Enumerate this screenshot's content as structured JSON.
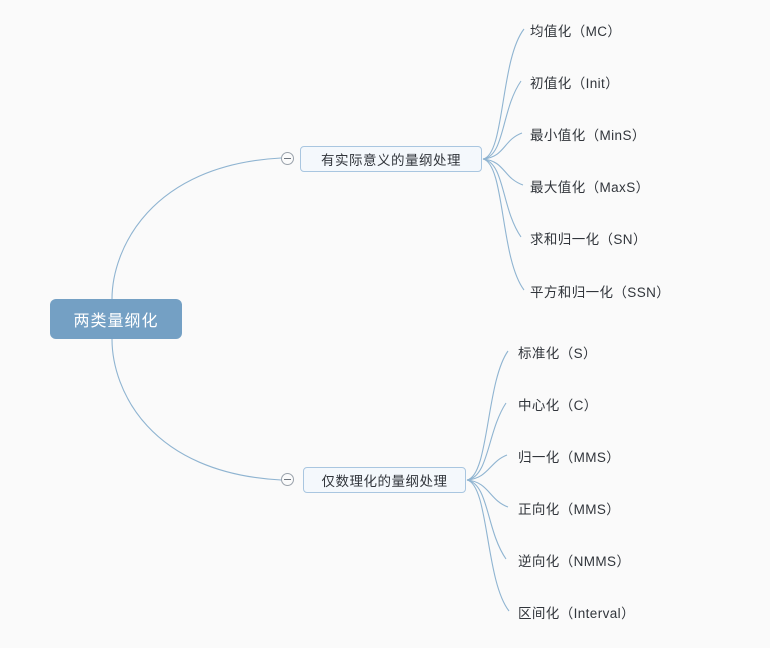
{
  "diagram": {
    "type": "mind-map",
    "background_color": "#fafafa",
    "root": {
      "label": "两类量纲化",
      "fill_color": "#74a0c4",
      "text_color": "#ffffff"
    },
    "edge_color": "#8fb4d1",
    "branches": [
      {
        "label": "有实际意义的量纲处理",
        "toggle_icon": "collapse-minus-icon",
        "leaves": [
          {
            "label": "均值化（MC）"
          },
          {
            "label": "初值化（Init）"
          },
          {
            "label": "最小值化（MinS）"
          },
          {
            "label": "最大值化（MaxS）"
          },
          {
            "label": "求和归一化（SN）"
          },
          {
            "label": "平方和归一化（SSN）"
          }
        ]
      },
      {
        "label": "仅数理化的量纲处理",
        "toggle_icon": "collapse-minus-icon",
        "leaves": [
          {
            "label": "标准化（S）"
          },
          {
            "label": "中心化（C）"
          },
          {
            "label": "归一化（MMS）"
          },
          {
            "label": "正向化（MMS）"
          },
          {
            "label": "逆向化（NMMS）"
          },
          {
            "label": "区间化（Interval）"
          }
        ]
      }
    ]
  }
}
